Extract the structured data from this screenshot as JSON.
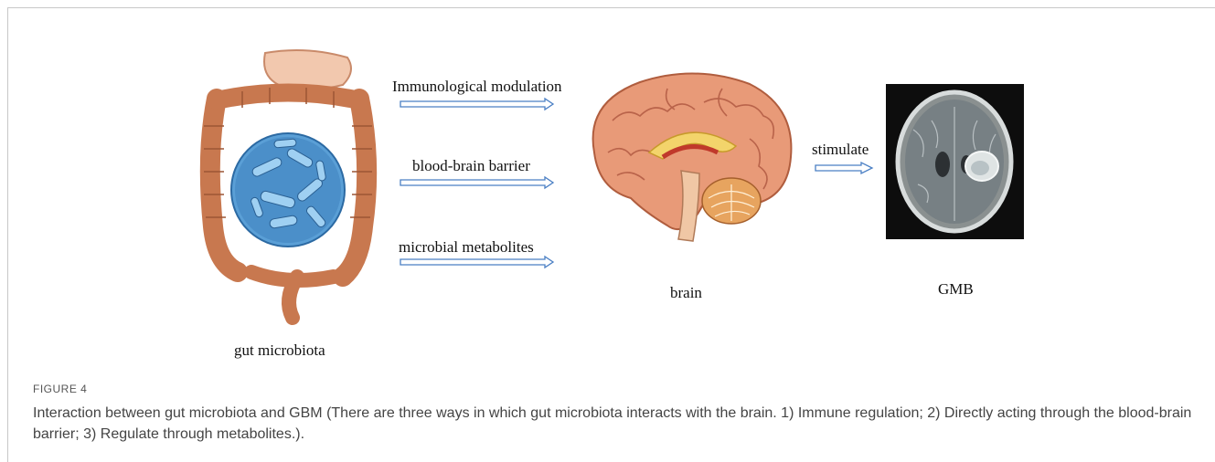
{
  "figure": {
    "labels": {
      "pathway1": "Immunological modulation",
      "pathway2": "blood-brain barrier",
      "pathway3": "microbial metabolites",
      "stimulate": "stimulate",
      "gut": "gut microbiota",
      "brain": "brain",
      "tumor": "GMB"
    },
    "colors": {
      "arrow_stroke": "#4a7fc4",
      "intestine": "#c8784f",
      "bacteria_bg": "#4b8fc9",
      "brain": "#e89a78"
    },
    "icons": [
      "intestine-illustration",
      "bacteria-circle",
      "brain-sagittal-illustration",
      "mri-scan"
    ]
  },
  "caption": {
    "title": "FIGURE 4",
    "text": "Interaction between gut microbiota and GBM (There are three ways in which gut microbiota interacts with the brain. 1) Immune regulation; 2) Directly acting through the blood-brain barrier; 3) Regulate through metabolites.)."
  }
}
